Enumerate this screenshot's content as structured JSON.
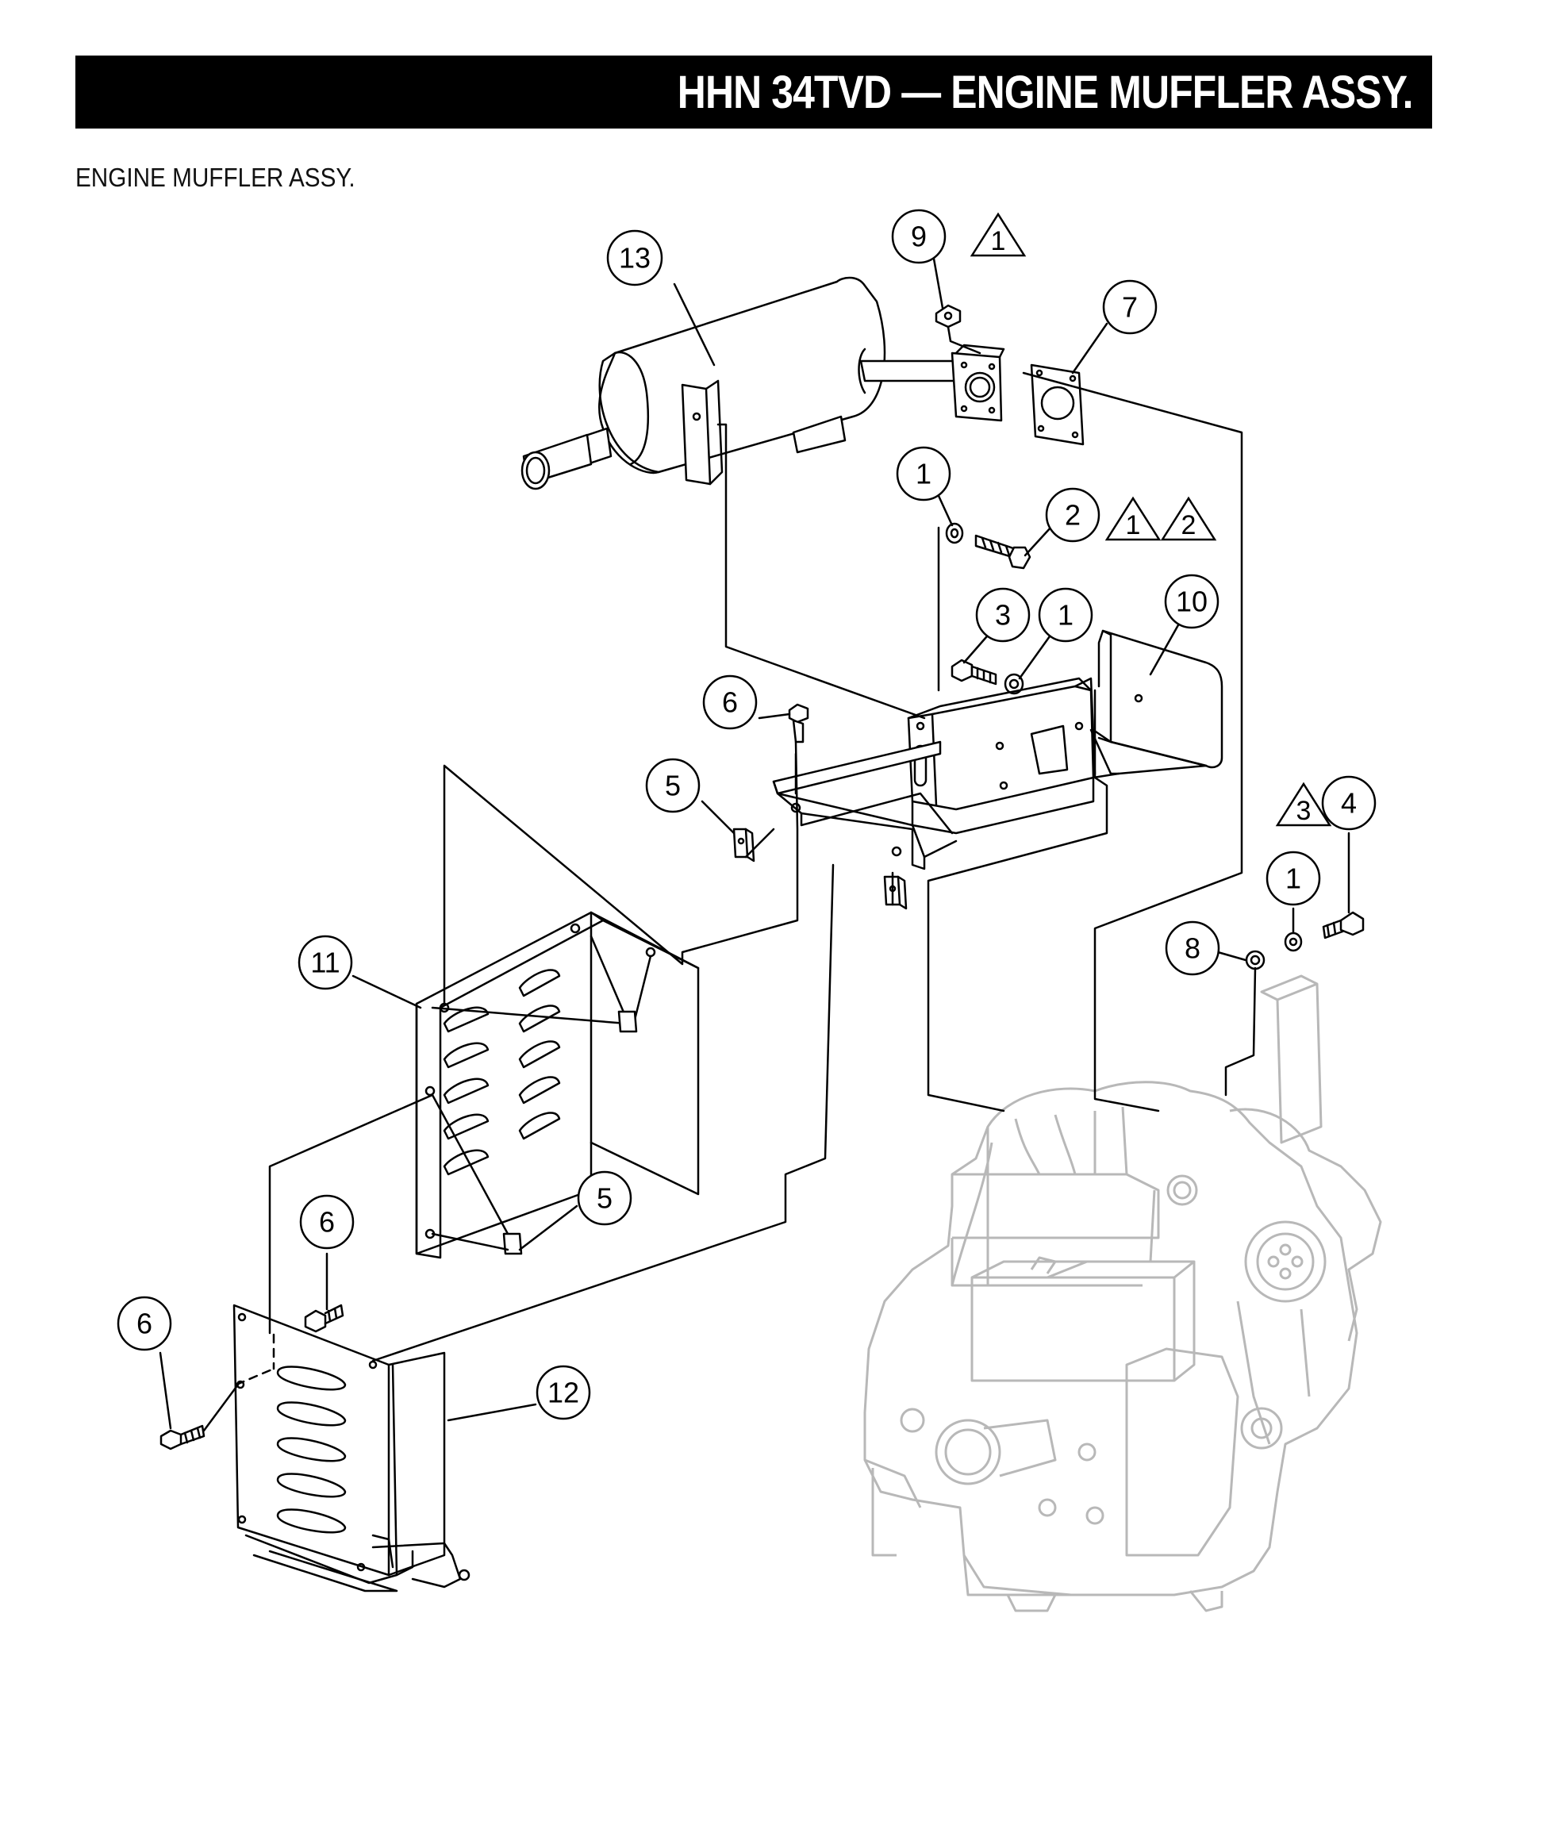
{
  "header": {
    "title": "HHN 34TVD — ENGINE MUFFLER ASSY.",
    "subtitle": "ENGINE MUFFLER ASSY."
  },
  "callouts": [
    {
      "id": "c13",
      "label": "13"
    },
    {
      "id": "c9",
      "label": "9"
    },
    {
      "id": "c7",
      "label": "7"
    },
    {
      "id": "c1a",
      "label": "1"
    },
    {
      "id": "c2",
      "label": "2"
    },
    {
      "id": "c3",
      "label": "3"
    },
    {
      "id": "c1b",
      "label": "1"
    },
    {
      "id": "c10",
      "label": "10"
    },
    {
      "id": "c6a",
      "label": "6"
    },
    {
      "id": "c5a",
      "label": "5"
    },
    {
      "id": "c4",
      "label": "4"
    },
    {
      "id": "c1c",
      "label": "1"
    },
    {
      "id": "c8",
      "label": "8"
    },
    {
      "id": "c11",
      "label": "11"
    },
    {
      "id": "c5b",
      "label": "5"
    },
    {
      "id": "c6b",
      "label": "6"
    },
    {
      "id": "c6c",
      "label": "6"
    },
    {
      "id": "c12",
      "label": "12"
    }
  ],
  "notes": [
    {
      "id": "n1a",
      "label": "1"
    },
    {
      "id": "n1b",
      "label": "1"
    },
    {
      "id": "n2",
      "label": "2"
    },
    {
      "id": "n3",
      "label": "3"
    }
  ],
  "colors": {
    "line": "#000000",
    "engine": "#b8b8b8"
  }
}
